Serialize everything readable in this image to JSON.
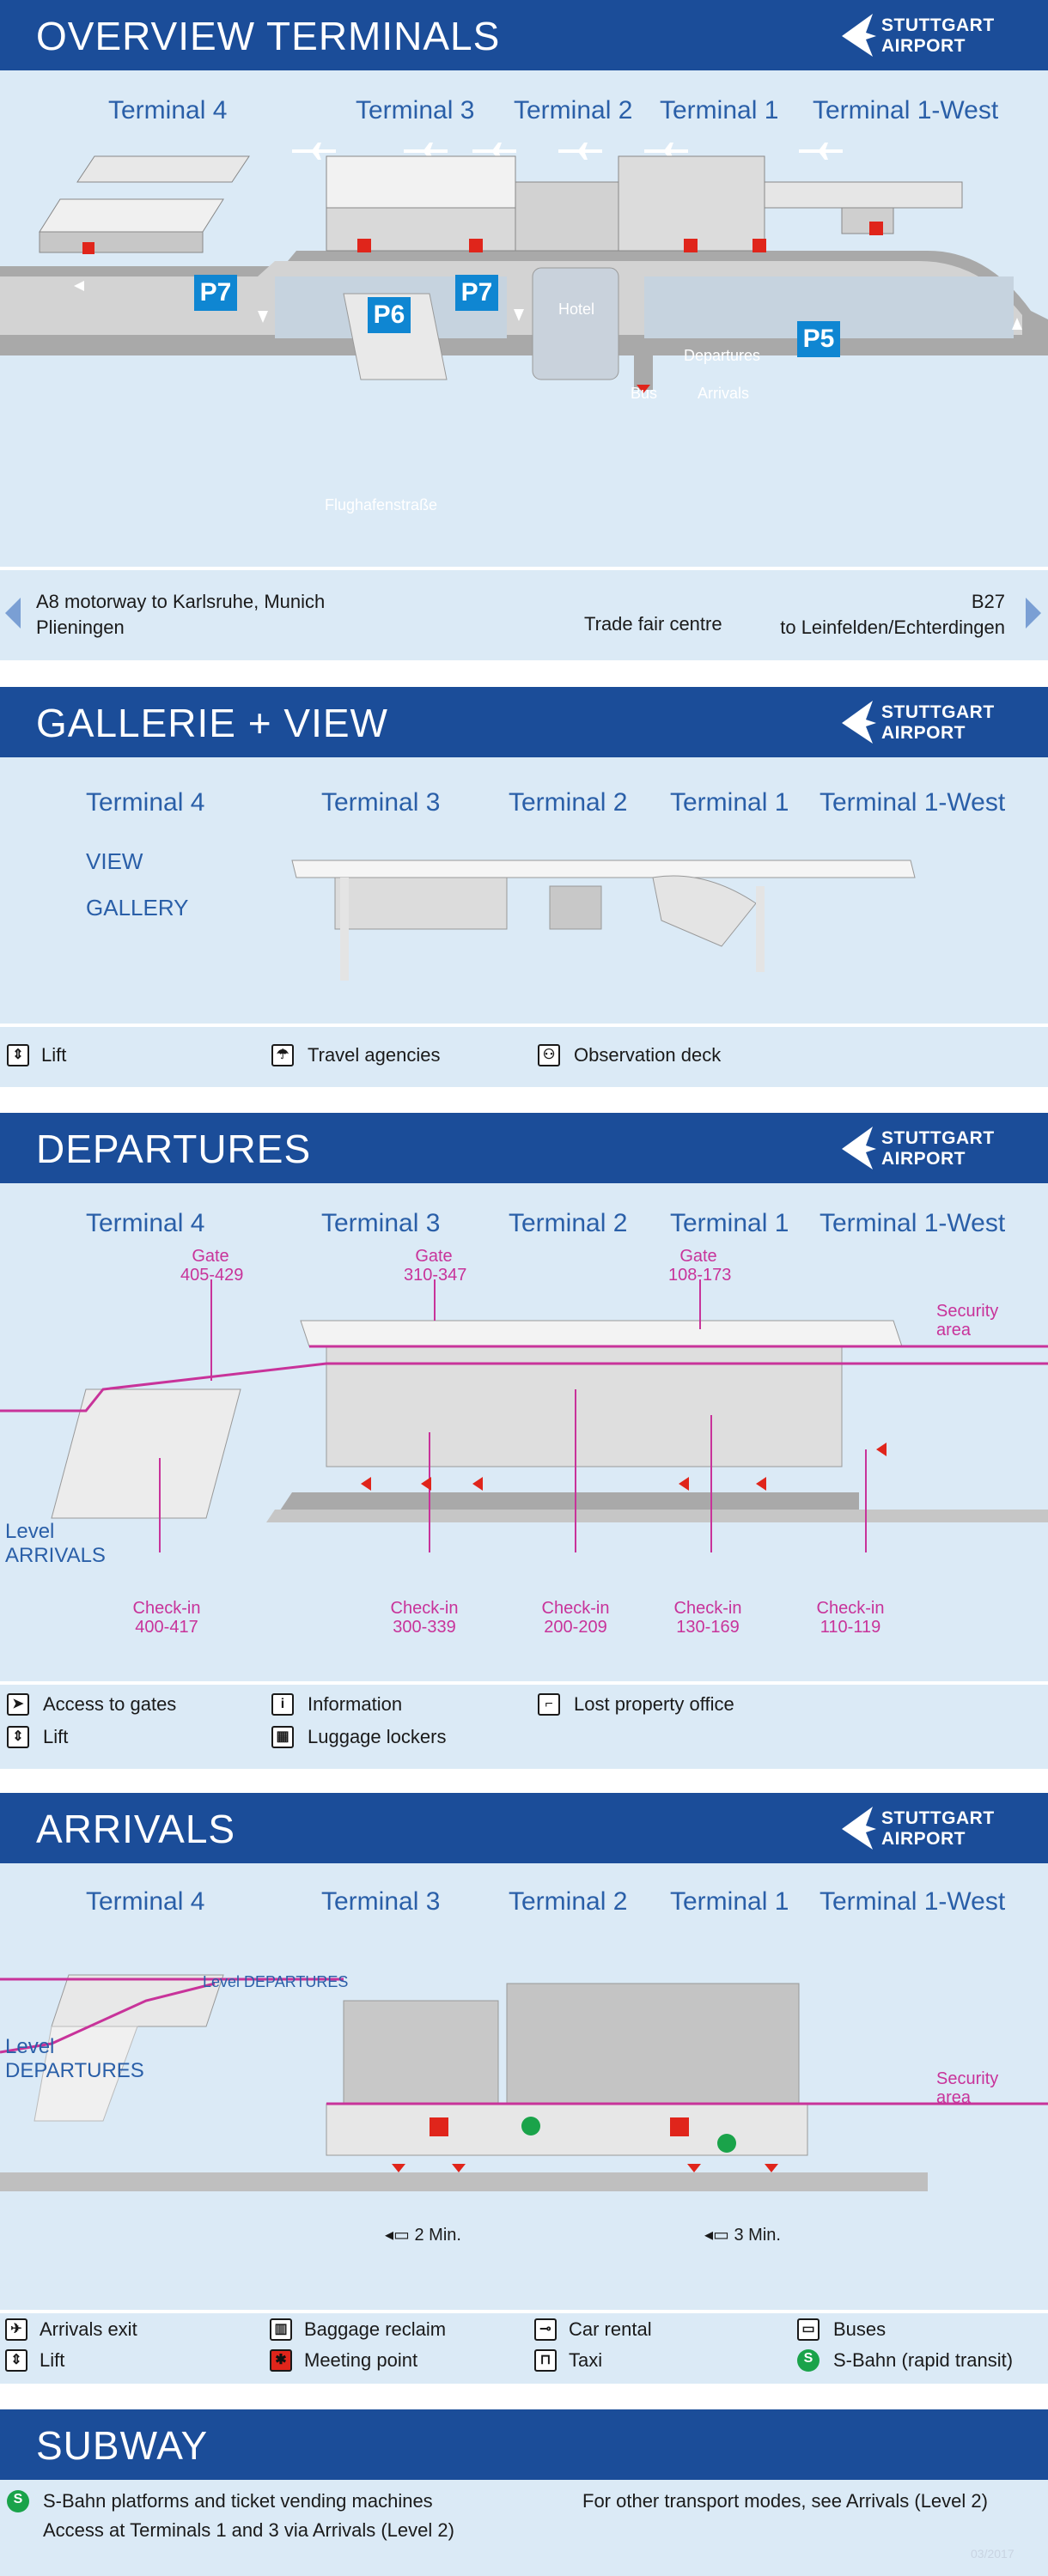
{
  "brand": {
    "line1": "STUTTGART",
    "line2": "AIRPORT"
  },
  "terminals": [
    "Terminal 4",
    "Terminal 3",
    "Terminal 2",
    "Terminal 1",
    "Terminal 1-West"
  ],
  "overview": {
    "title": "OVERVIEW  TERMINALS",
    "parking": [
      "P7",
      "P6",
      "P7",
      "P5"
    ],
    "labels": {
      "hotel": "Hotel",
      "departures": "Departures",
      "arrivals": "Arrivals",
      "bus": "Bus",
      "street": "Flughafenstraße"
    },
    "footer": {
      "left_line1": "A8 motorway to Karlsruhe, Munich",
      "left_line2": "Plieningen",
      "center": "Trade fair centre",
      "right_line1": "B27",
      "right_line2": "to Leinfelden/Echterdingen"
    }
  },
  "gallery": {
    "title": "GALLERIE + VIEW",
    "levels": [
      "VIEW",
      "GALLERY"
    ],
    "legend": [
      "Lift",
      "Travel agencies",
      "Observation deck"
    ]
  },
  "departures": {
    "title": "DEPARTURES",
    "gates": [
      {
        "label": "Gate",
        "range": "405-429"
      },
      {
        "label": "Gate",
        "range": "310-347"
      },
      {
        "label": "Gate",
        "range": "108-173"
      }
    ],
    "security": {
      "line1": "Security",
      "line2": "area"
    },
    "level": {
      "line1": "Level",
      "line2": "ARRIVALS"
    },
    "checkins": [
      {
        "label": "Check-in",
        "range": "400-417"
      },
      {
        "label": "Check-in",
        "range": "300-339"
      },
      {
        "label": "Check-in",
        "range": "200-209"
      },
      {
        "label": "Check-in",
        "range": "130-169"
      },
      {
        "label": "Check-in",
        "range": "110-119"
      }
    ],
    "legend": [
      "Access to gates",
      "Information",
      "Lost property office",
      "Lift",
      "Luggage lockers"
    ]
  },
  "arrivals": {
    "title": "ARRIVALS",
    "level_top": "Level DEPARTURES",
    "level": {
      "line1": "Level",
      "line2": "DEPARTURES"
    },
    "security": {
      "line1": "Security",
      "line2": "area"
    },
    "walk_times": [
      "2 Min.",
      "3 Min."
    ],
    "legend": [
      "Arrivals exit",
      "Baggage reclaim",
      "Car rental",
      "Buses",
      "Lift",
      "Meeting point",
      "Taxi",
      "S-Bahn (rapid transit)"
    ]
  },
  "subway": {
    "title": "SUBWAY",
    "line1": "S-Bahn platforms and ticket vending machines",
    "line2": "Access at Terminals 1 and 3 via Arrivals (Level 2)",
    "right": "For other transport modes, see Arrivals (Level 2)",
    "date": "03/2017"
  },
  "colors": {
    "header": "#1b4d99",
    "panel": "#dbeaf6",
    "accent_pink": "#c8339a",
    "arrow_red": "#e0251b",
    "sbahn_green": "#1aa34a"
  }
}
